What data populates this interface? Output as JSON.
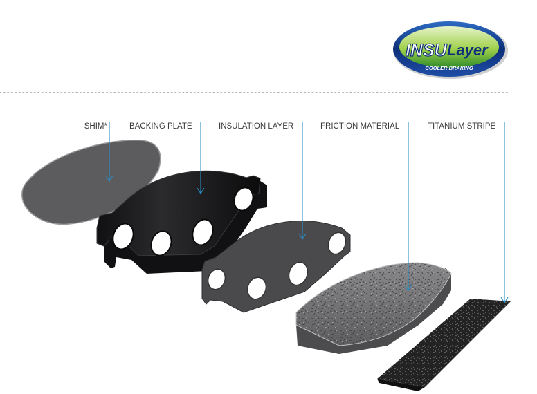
{
  "logo": {
    "brand_bold": "INSU",
    "brand_script": "Layer",
    "tagline": "COOLER BRAKING"
  },
  "labels": {
    "shim": "SHIM*",
    "backing_plate": "BACKING PLATE",
    "insulation_layer": "INSULATION LAYER",
    "friction_material": "FRICTION MATERIAL",
    "titanium_stripe": "TITANIUM STRIPE"
  },
  "colors": {
    "arrow": "#2a8fc7",
    "shim": "#5c5c5e",
    "backing_plate": "#1c1c1e",
    "insulation_layer": "#4a4a4c",
    "friction_material": "#707072",
    "titanium_stripe": "#262626",
    "logo_blue": "#1a3c8f",
    "logo_green": "#8cc63f"
  }
}
